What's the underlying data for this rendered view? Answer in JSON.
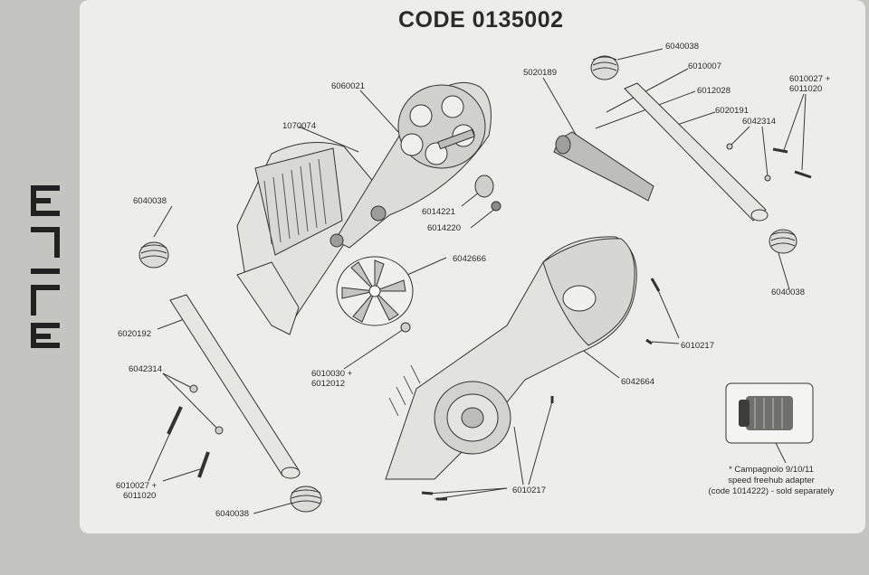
{
  "title": "CODE 0135002",
  "brand": "ELITE",
  "labels": {
    "p6040038_a": "6040038",
    "p6010007": "6010007",
    "p6010027_a": "6010027 +",
    "p6011020_a": "6011020",
    "p5020189": "5020189",
    "p6012028": "6012028",
    "p6020191": "6020191",
    "p6042314_a": "6042314",
    "p6060021": "6060021",
    "p1070074": "1070074",
    "p6040038_b": "6040038",
    "p6014221": "6014221",
    "p6014220": "6014220",
    "p6040038_c": "6040038",
    "p6042666": "6042666",
    "p6020192": "6020192",
    "p6010217_a": "6010217",
    "p6042314_b": "6042314",
    "p6010030": "6010030 +",
    "p6012012": "6012012",
    "p6042664": "6042664",
    "p6010027_b": "6010027 +",
    "p6011020_b": "6011020",
    "p6010217_b": "6010217",
    "p6040038_d": "6040038"
  },
  "note_lines": [
    "* Campagnolo 9/10/11",
    "speed freehub adapter",
    "(code 1014222) - sold separately"
  ],
  "colors": {
    "sheet": "#ededeb",
    "frame": "#c9c9c6",
    "ink": "#2a2a2a",
    "part_fill": "#d9d9d6"
  }
}
